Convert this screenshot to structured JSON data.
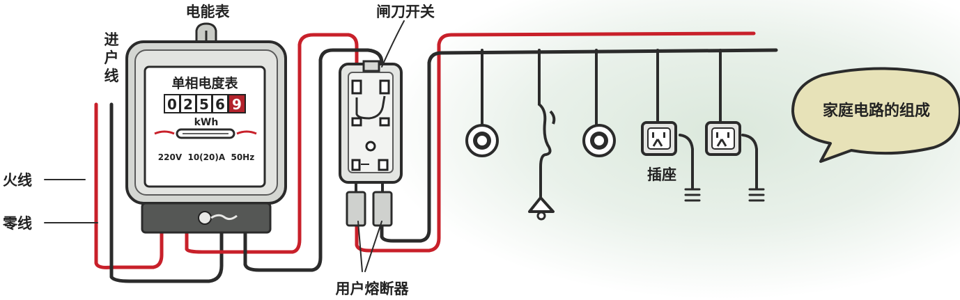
{
  "labels": {
    "meter": "电能表",
    "incoming_line": "进户线",
    "live_wire": "火线",
    "neutral_wire": "零线",
    "knife_switch": "闸刀开关",
    "fuse": "用户熔断器",
    "socket": "插座",
    "bubble": "家庭电路的组成"
  },
  "meter_face": {
    "title": "单相电度表",
    "digits": [
      "0",
      "2",
      "5",
      "6",
      "9"
    ],
    "unit": "kWh",
    "rating": "220V  10(20)A  50Hz"
  },
  "colors": {
    "live": "#c8202a",
    "neutral": "#2b2b2b",
    "meter_body": "#d4d6d2",
    "bubble": "#e7e2b8",
    "last_digit_bg": "#b3232c"
  }
}
